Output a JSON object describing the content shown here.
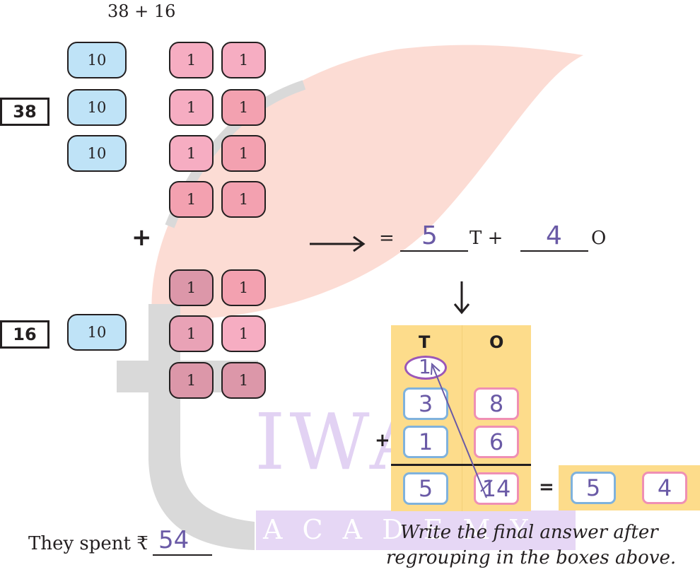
{
  "expression": "38 + 16",
  "groups": {
    "first_label": "38",
    "second_label": "16",
    "ten_value": "10",
    "one_value": "1",
    "plus_sign": "+"
  },
  "result_line": {
    "equals": "=",
    "tens_answer": "5",
    "tens_unit": "T +",
    "ones_answer": "4",
    "ones_unit": "O"
  },
  "column_table": {
    "header_tens": "T",
    "header_ones": "O",
    "carry": "1",
    "row1_tens": "3",
    "row1_ones": "8",
    "row2_sign": "+",
    "row2_tens": "1",
    "row2_ones": "6",
    "sum_tens": "5",
    "sum_ones": "14",
    "equals": "=",
    "final_tens": "5",
    "final_ones": "4"
  },
  "watermark": {
    "main": "IWARI",
    "sub": "A C A D E M Y"
  },
  "spent": {
    "text": "They spent ₹",
    "amount": "54"
  },
  "instruction": {
    "line1": "Write the final answer after",
    "line2": "regrouping in the boxes above."
  },
  "colors": {
    "tens_tile": "#bfe3f7",
    "ones_tile": "#f6adc2",
    "table_bg": "#fddc8b",
    "handwriting": "#6a5aa6",
    "box_blue": "#7fb2dd",
    "box_pink": "#ef8fb4"
  }
}
